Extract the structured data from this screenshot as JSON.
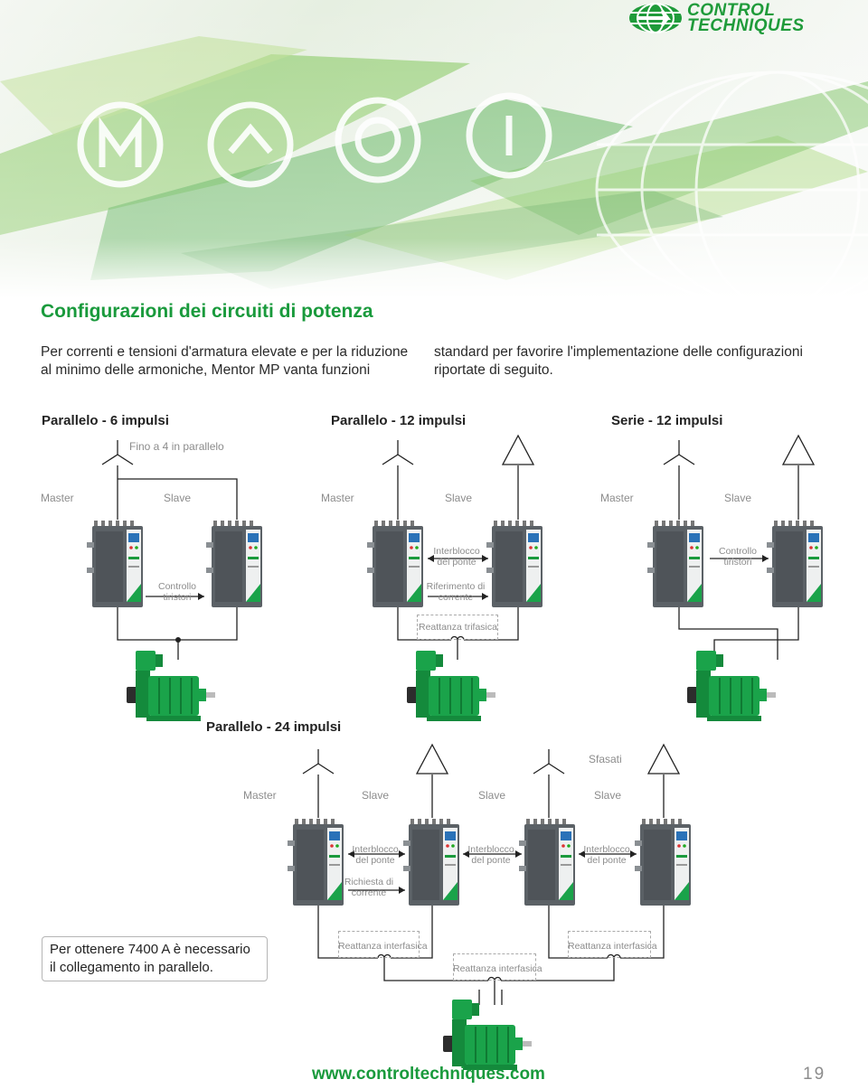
{
  "brand": {
    "line1": "CONTROL",
    "line2": "TECHNIQUES"
  },
  "title": "Configurazioni dei circuiti di potenza",
  "intro": {
    "left": "Per correnti e tensioni d'armatura elevate e per la riduzione al minimo delle armoniche, Mentor MP vanta funzioni",
    "right": "standard per favorire l'implementazione delle configurazioni riportate di seguito."
  },
  "sections": {
    "p6": {
      "title": "Parallelo - 6 impulsi",
      "note": "Fino a 4 in parallelo",
      "master": "Master",
      "slave": "Slave",
      "control": "Controllo tiristori"
    },
    "p12": {
      "title": "Parallelo - 12 impulsi",
      "master": "Master",
      "slave": "Slave",
      "interlock": "Interblocco del ponte",
      "reference": "Riferimento di corrente",
      "reactor": "Reattanza trifasica"
    },
    "s12": {
      "title": "Serie - 12 impulsi",
      "master": "Master",
      "slave": "Slave",
      "control": "Controllo tiristori"
    },
    "p24": {
      "title": "Parallelo - 24 impulsi",
      "phase": "Sfasati",
      "master": "Master",
      "slave1": "Slave",
      "slave2": "Slave",
      "slave3": "Slave",
      "interlock1": "Interblocco del ponte",
      "interlock2": "Interblocco del ponte",
      "interlock3": "Interblocco del ponte",
      "request": "Richiesta di corrente",
      "reactor1": "Reattanza interfasica",
      "reactor2": "Reattanza interfasica",
      "reactor3": "Reattanza interfasica"
    }
  },
  "note": {
    "line1": "Per ottenere 7400 A è necessario",
    "line2": "il collegamento in parallelo."
  },
  "footer": {
    "url": "www.controltechniques.com",
    "page": "19"
  },
  "colors": {
    "brand_green": "#199a3c",
    "drive_grey": "#5b6166",
    "motor_green": "#1aa34a"
  },
  "icons": [
    "wye-symbol-icon",
    "delta-symbol-icon",
    "drive-unit-icon",
    "dc-motor-icon",
    "globe-logo-icon"
  ]
}
